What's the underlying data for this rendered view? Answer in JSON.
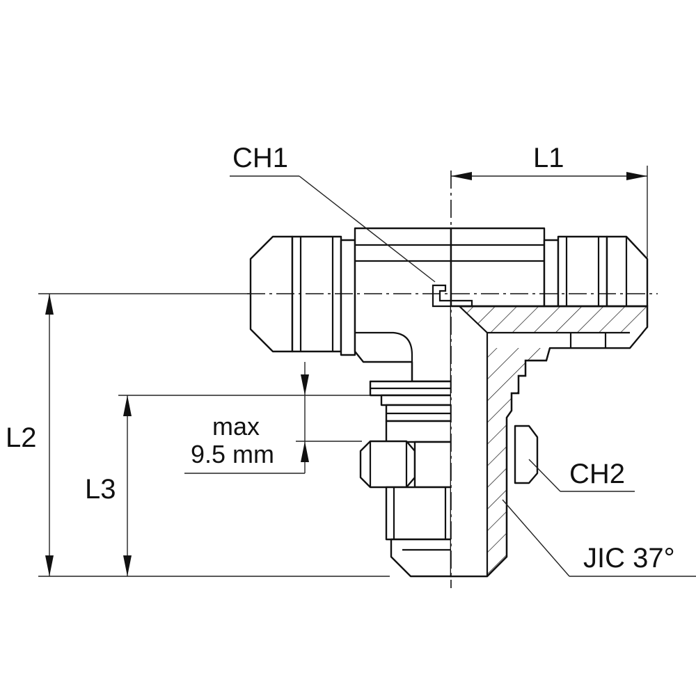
{
  "labels": {
    "ch1": "CH1",
    "l1": "L1",
    "l2": "L2",
    "l3": "L3",
    "max_line1": "max",
    "max_line2": "9.5 mm",
    "ch2": "CH2",
    "jic": "JIC 37°"
  }
}
